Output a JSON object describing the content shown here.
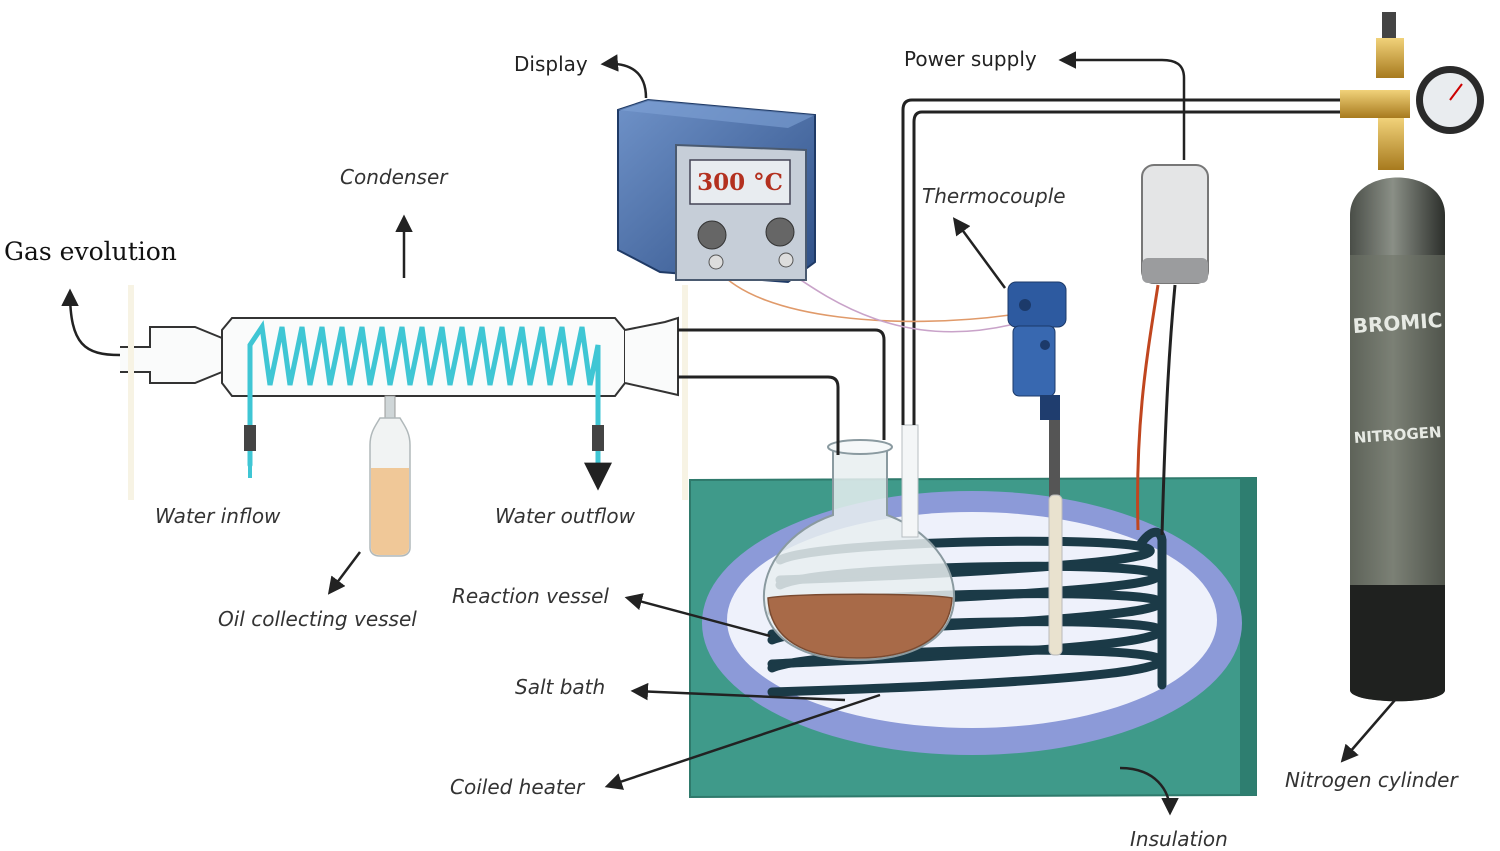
{
  "labels": {
    "gas_evolution": "Gas evolution",
    "condenser": "Condenser",
    "display": "Display",
    "power_supply": "Power supply",
    "thermocouple": "Thermocouple",
    "water_inflow": "Water inflow",
    "water_outflow": "Water outflow",
    "oil_collecting_vessel": "Oil collecting vessel",
    "reaction_vessel": "Reaction vessel",
    "salt_bath": "Salt bath",
    "coiled_heater": "Coiled heater",
    "insulation": "Insulation",
    "nitrogen_cylinder": "Nitrogen cylinder"
  },
  "display_reading": "300 °C",
  "cylinder_brand": "BROMIC",
  "cylinder_gas": "NITROGEN",
  "colors": {
    "insulation": "#3f9a8a",
    "bath_ring": "#8c9ad8",
    "bath_inner": "#eef1fb",
    "condenser_coil": "#3fc6d4",
    "heater_coil": "#1b3a47",
    "oil": "#a86a48",
    "display_body": "#4a6fa5",
    "lcd_text": "#b3301f",
    "cylinder_body": "#3c3f3a"
  }
}
